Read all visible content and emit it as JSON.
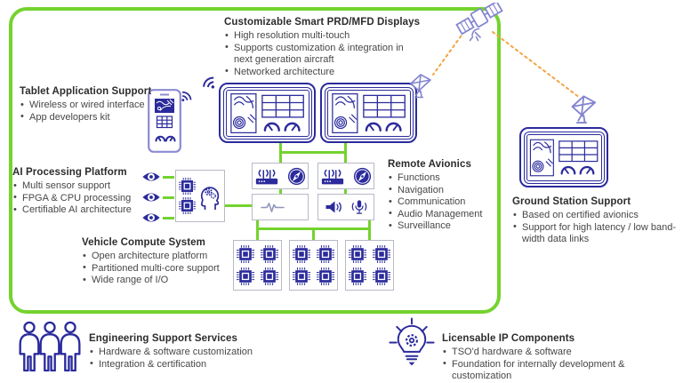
{
  "ui": {
    "bullet": "•"
  },
  "colors": {
    "boundary_green": "#74d32f",
    "primary_blue": "#2b2b9c",
    "light_blue": "#8585d0",
    "link_orange": "#f2a444",
    "box_border_gray": "#b7bac6",
    "heading_text": "#2c2c2e",
    "body_text": "#47474a"
  },
  "sections": {
    "displays": {
      "title": "Customizable Smart PRD/MFD Displays",
      "bullets": [
        "High resolution multi-touch",
        "Supports customization & integration in next generation aircraft",
        "Networked architecture"
      ]
    },
    "tablet": {
      "title": "Tablet Application Support",
      "bullets": [
        "Wireless or wired interface",
        "App developers kit"
      ]
    },
    "ai": {
      "title": "AI Processing Platform",
      "bullets": [
        "Multi sensor support",
        "FPGA & CPU processing",
        "Certifiable AI architecture"
      ]
    },
    "vehicle": {
      "title": "Vehicle Compute System",
      "bullets": [
        "Open architecture platform",
        "Partitioned multi-core support",
        "Wide range of I/O"
      ]
    },
    "remote": {
      "title": "Remote Avionics",
      "bullets": [
        "Functions",
        "Navigation",
        "Communication",
        "Audio Management",
        "Surveillance"
      ]
    },
    "ground": {
      "title": "Ground Station Support",
      "bullets": [
        "Based on certified avionics",
        "Support for high latency / low band-width data links"
      ]
    },
    "engineering": {
      "title": "Engineering Support Services",
      "bullets": [
        "Hardware & software customization",
        "Integration & certification"
      ]
    },
    "licensable": {
      "title": "Licensable IP Components",
      "bullets": [
        "TSO'd hardware & software",
        "Foundation for internally development & customization"
      ]
    }
  }
}
